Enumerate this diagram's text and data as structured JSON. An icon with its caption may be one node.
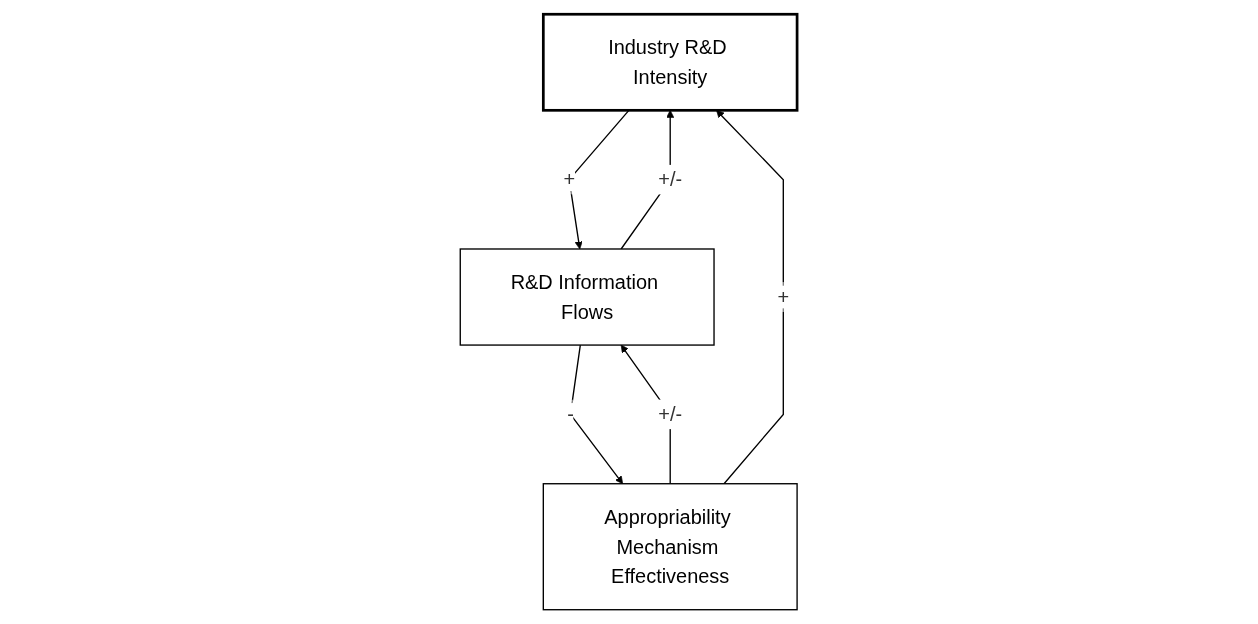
{
  "diagram": {
    "nodes": [
      {
        "text": [
          "Industry R&D Intensity"
        ]
      },
      {
        "text": [
          "R&D Information Flows"
        ]
      },
      {
        "text": [
          "Appropriability Mechanism Effectiveness"
        ]
      }
    ],
    "edges": [
      {
        "from": 0,
        "to": 1,
        "arrow": "to",
        "label": "+"
      },
      {
        "from": 1,
        "to": 0,
        "arrow": "to",
        "label": "+/-"
      },
      {
        "from": 1,
        "to": 2,
        "arrow": "to",
        "label": "-"
      },
      {
        "from": 2,
        "to": 1,
        "arrow": "to",
        "label": "+/-"
      },
      {
        "from": 2,
        "to": 0,
        "arrow": "to",
        "label": "+"
      }
    ]
  }
}
